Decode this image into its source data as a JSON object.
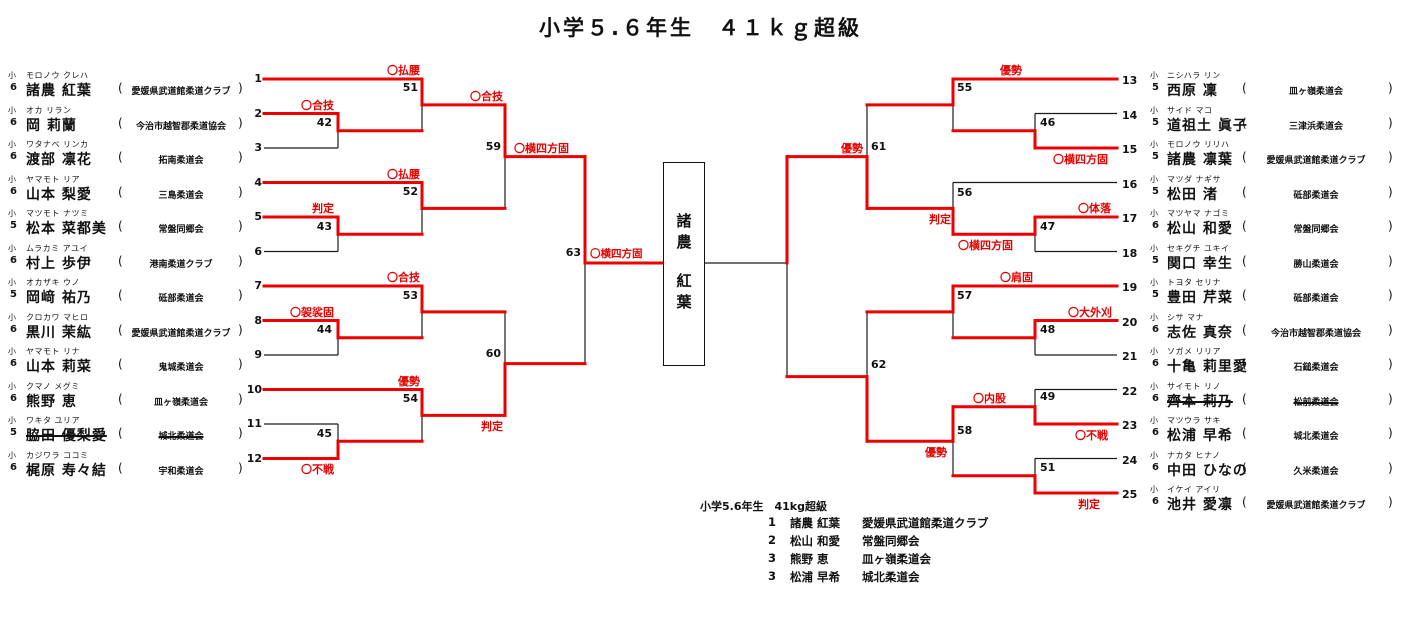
{
  "title": "小学５.６年生　４１ｋｇ超級",
  "colors": {
    "winner_path": "#ee0000",
    "line": "#1a1a1a"
  },
  "champion": {
    "line1": "諸農",
    "line2": "紅葉"
  },
  "players_left": [
    {
      "seed": "1",
      "grade_mark": "小",
      "grade": "6",
      "furigana": "モロノウ クレハ",
      "name": "諸農 紅葉",
      "club": "愛媛県武道館柔道クラブ",
      "withdrawn": false
    },
    {
      "seed": "2",
      "grade_mark": "小",
      "grade": "6",
      "furigana": "オカ リラン",
      "name": "岡 莉蘭",
      "club": "今治市越智郡柔道協会",
      "withdrawn": false
    },
    {
      "seed": "3",
      "grade_mark": "小",
      "grade": "6",
      "furigana": "ワタナベ リンカ",
      "name": "渡部 凛花",
      "club": "拓南柔道会",
      "withdrawn": false
    },
    {
      "seed": "4",
      "grade_mark": "小",
      "grade": "6",
      "furigana": "ヤマモト リア",
      "name": "山本 梨愛",
      "club": "三島柔道会",
      "withdrawn": false
    },
    {
      "seed": "5",
      "grade_mark": "小",
      "grade": "5",
      "furigana": "マツモト ナツミ",
      "name": "松本 菜都美",
      "club": "常盤同郷会",
      "withdrawn": false
    },
    {
      "seed": "6",
      "grade_mark": "小",
      "grade": "6",
      "furigana": "ムラカミ アユイ",
      "name": "村上 歩伊",
      "club": "港南柔道クラブ",
      "withdrawn": false
    },
    {
      "seed": "7",
      "grade_mark": "小",
      "grade": "5",
      "furigana": "オカザキ ウノ",
      "name": "岡﨑 祐乃",
      "club": "砥部柔道会",
      "withdrawn": false
    },
    {
      "seed": "8",
      "grade_mark": "小",
      "grade": "6",
      "furigana": "クロカワ マヒロ",
      "name": "黒川 茉紘",
      "club": "愛媛県武道館柔道クラブ",
      "withdrawn": false
    },
    {
      "seed": "9",
      "grade_mark": "小",
      "grade": "6",
      "furigana": "ヤマモト リナ",
      "name": "山本 莉菜",
      "club": "鬼城柔道会",
      "withdrawn": false
    },
    {
      "seed": "10",
      "grade_mark": "小",
      "grade": "6",
      "furigana": "クマノ メグミ",
      "name": "熊野 恵",
      "club": "皿ヶ嶺柔道会",
      "withdrawn": false
    },
    {
      "seed": "11",
      "grade_mark": "小",
      "grade": "5",
      "furigana": "ワキタ ユリア",
      "name": "脇田 優梨愛",
      "club": "城北柔道会",
      "withdrawn": true
    },
    {
      "seed": "12",
      "grade_mark": "小",
      "grade": "6",
      "furigana": "カジワラ ココミ",
      "name": "梶原 寿々結",
      "club": "宇和柔道会",
      "withdrawn": false
    }
  ],
  "players_right": [
    {
      "seed": "13",
      "grade_mark": "小",
      "grade": "5",
      "furigana": "ニシハラ リン",
      "name": "西原 凜",
      "club": "皿ヶ嶺柔道会",
      "withdrawn": false
    },
    {
      "seed": "14",
      "grade_mark": "小",
      "grade": "5",
      "furigana": "サイド マコ",
      "name": "道祖土 眞子",
      "club": "三津浜柔道会",
      "withdrawn": false
    },
    {
      "seed": "15",
      "grade_mark": "小",
      "grade": "5",
      "furigana": "モロノウ リリハ",
      "name": "諸農 凛葉",
      "club": "愛媛県武道館柔道クラブ",
      "withdrawn": false
    },
    {
      "seed": "16",
      "grade_mark": "小",
      "grade": "5",
      "furigana": "マツダ ナギサ",
      "name": "松田 渚",
      "club": "砥部柔道会",
      "withdrawn": false
    },
    {
      "seed": "17",
      "grade_mark": "小",
      "grade": "6",
      "furigana": "マツヤマ ナゴミ",
      "name": "松山 和愛",
      "club": "常盤同郷会",
      "withdrawn": false
    },
    {
      "seed": "18",
      "grade_mark": "小",
      "grade": "5",
      "furigana": "セキグチ ユキイ",
      "name": "関口 幸生",
      "club": "勝山柔道会",
      "withdrawn": false
    },
    {
      "seed": "19",
      "grade_mark": "小",
      "grade": "5",
      "furigana": "トヨタ セリナ",
      "name": "豊田 芹菜",
      "club": "砥部柔道会",
      "withdrawn": false
    },
    {
      "seed": "20",
      "grade_mark": "小",
      "grade": "6",
      "furigana": "シサ マナ",
      "name": "志佐 真奈",
      "club": "今治市越智郡柔道協会",
      "withdrawn": false
    },
    {
      "seed": "21",
      "grade_mark": "小",
      "grade": "6",
      "furigana": "ソガメ リリア",
      "name": "十亀 莉里愛",
      "club": "石鎚柔道会",
      "withdrawn": false
    },
    {
      "seed": "22",
      "grade_mark": "小",
      "grade": "6",
      "furigana": "サイモト リノ",
      "name": "齊本 莉乃",
      "club": "松前柔道会",
      "withdrawn": true
    },
    {
      "seed": "23",
      "grade_mark": "小",
      "grade": "6",
      "furigana": "マツウラ サキ",
      "name": "松浦 早希",
      "club": "城北柔道会",
      "withdrawn": false
    },
    {
      "seed": "24",
      "grade_mark": "小",
      "grade": "6",
      "furigana": "ナカタ ヒナノ",
      "name": "中田 ひなの",
      "club": "久米柔道会",
      "withdrawn": false
    },
    {
      "seed": "25",
      "grade_mark": "小",
      "grade": "6",
      "furigana": "イケイ アイリ",
      "name": "池井 愛凛",
      "club": "愛媛県武道館柔道クラブ",
      "withdrawn": false
    }
  ],
  "matches": {
    "m42": {
      "no": "42",
      "tech": "〇合技"
    },
    "m43": {
      "no": "43",
      "tech": "判定"
    },
    "m44": {
      "no": "44",
      "tech": "〇袈裟固"
    },
    "m45": {
      "no": "45",
      "tech": "〇不戦"
    },
    "m46": {
      "no": "46",
      "tech": "〇横四方固"
    },
    "m47": {
      "no": "47",
      "tech": "〇体落"
    },
    "m48": {
      "no": "48",
      "tech": "〇大外刈"
    },
    "m49": {
      "no": "49",
      "tech": "〇不戦"
    },
    "m50": {
      "no": "51",
      "tech": "判定"
    },
    "m51": {
      "no": "51",
      "tech": "〇払腰"
    },
    "m52": {
      "no": "52",
      "tech": "〇払腰"
    },
    "m53": {
      "no": "53",
      "tech": "〇合技"
    },
    "m54": {
      "no": "54",
      "tech": "優勢"
    },
    "m55": {
      "no": "55",
      "tech": "優勢"
    },
    "m56": {
      "no": "56",
      "tech": "〇横四方固"
    },
    "m57": {
      "no": "57",
      "tech": "〇肩固"
    },
    "m58": {
      "no": "58",
      "tech": "〇内股"
    },
    "m59": {
      "no": "59",
      "tech": "〇合技"
    },
    "m60": {
      "no": "60",
      "tech": "判定"
    },
    "m61": {
      "no": "61",
      "tech": "判定"
    },
    "m62": {
      "no": "62",
      "tech": "優勢"
    },
    "m63": {
      "no": "63",
      "tech": "〇横四方固"
    },
    "m64": {
      "no": "64",
      "tech": "優勢"
    },
    "final": {
      "tech": "〇横四方固"
    }
  },
  "results": {
    "header": "小学5.6年生　41kg超級",
    "rows": [
      {
        "rank": "1",
        "name": "諸農 紅葉",
        "club": "愛媛県武道館柔道クラブ"
      },
      {
        "rank": "2",
        "name": "松山 和愛",
        "club": "常盤同郷会"
      },
      {
        "rank": "3",
        "name": "熊野 恵",
        "club": "皿ヶ嶺柔道会"
      },
      {
        "rank": "3",
        "name": "松浦 早希",
        "club": "城北柔道会"
      }
    ]
  }
}
